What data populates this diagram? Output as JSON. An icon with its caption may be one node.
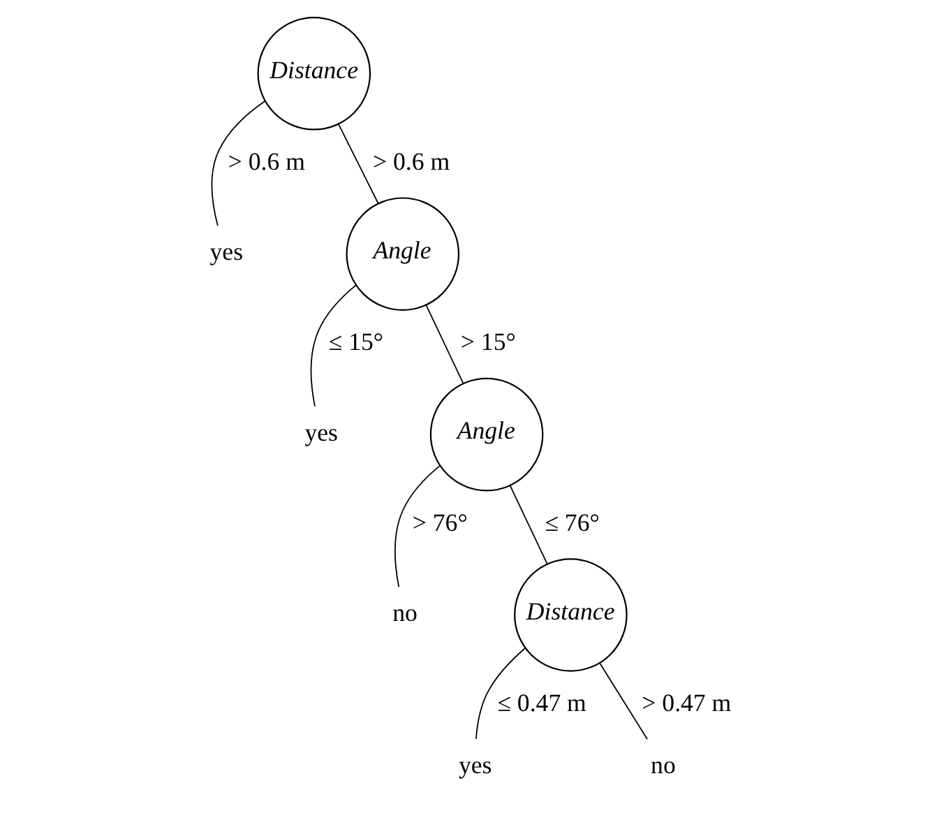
{
  "diagram": {
    "nodes": [
      {
        "text": [
          "Distance"
        ]
      },
      {
        "text": [
          "yes"
        ]
      },
      {
        "text": [
          "Angle"
        ]
      },
      {
        "text": [
          "yes"
        ]
      },
      {
        "text": [
          "Angle"
        ]
      },
      {
        "text": [
          "no"
        ]
      },
      {
        "text": [
          "Distance"
        ]
      },
      {
        "text": [
          "yes"
        ]
      },
      {
        "text": [
          "no"
        ]
      }
    ],
    "edges": [
      {
        "from": 0,
        "to": 1,
        "arrow": "none",
        "label": "> 0.6 m"
      },
      {
        "from": 0,
        "to": 2,
        "arrow": "none",
        "label": "> 0.6 m"
      },
      {
        "from": 2,
        "to": 3,
        "arrow": "none",
        "label": "≤ 15°"
      },
      {
        "from": 2,
        "to": 4,
        "arrow": "none",
        "label": "> 15°"
      },
      {
        "from": 4,
        "to": 5,
        "arrow": "none",
        "label": "> 76°"
      },
      {
        "from": 4,
        "to": 6,
        "arrow": "none",
        "label": "≤ 76°"
      },
      {
        "from": 6,
        "to": 7,
        "arrow": "none",
        "label": "≤ 0.47 m"
      },
      {
        "from": 6,
        "to": 8,
        "arrow": "none",
        "label": "> 0.47 m"
      }
    ]
  }
}
